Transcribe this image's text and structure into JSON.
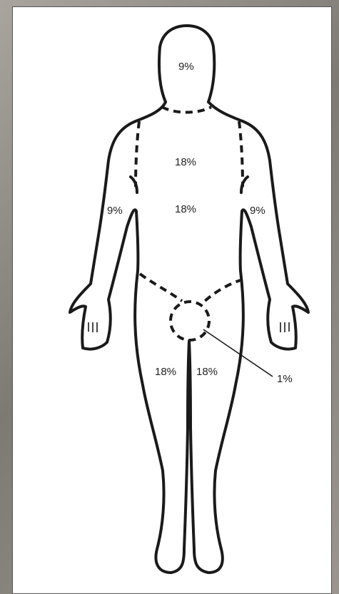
{
  "regions": {
    "head": "9%",
    "chest": "18%",
    "abdomen": "18%",
    "left_arm": "9%",
    "right_arm": "9%",
    "left_leg": "18%",
    "right_leg": "18%",
    "genitals": "1%"
  },
  "colors": {
    "outline": "#1a1a1a",
    "panel": "#ffffff"
  }
}
